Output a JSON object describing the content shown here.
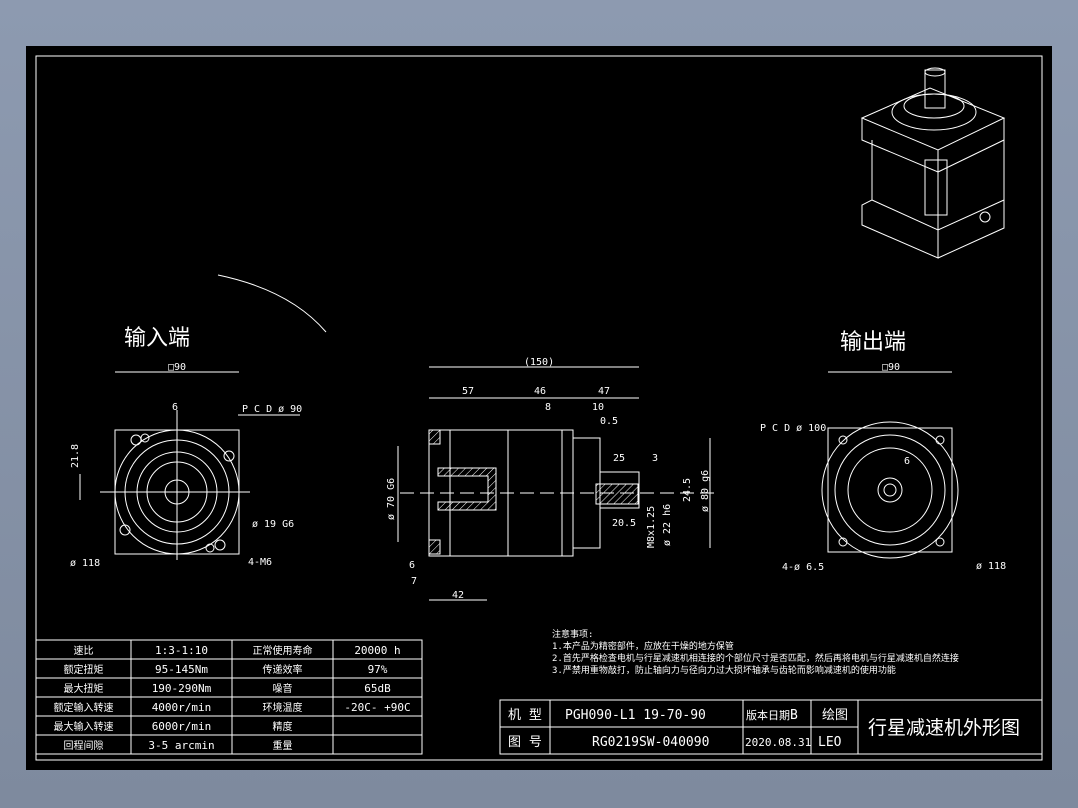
{
  "views": {
    "input_title": "输入端",
    "output_title": "输出端",
    "input_dims": {
      "square": "□90",
      "key": "6",
      "pcd": "P C D ø 90",
      "height": "21.8",
      "bore": "ø 19 G6",
      "flange": "ø 118",
      "holes": "4-M6"
    },
    "side_dims": {
      "total": "(150)",
      "d1": "57",
      "d2": "46",
      "d3": "47",
      "d4": "8",
      "d5": "10",
      "d6": "0.5",
      "d7": "25",
      "d8": "3",
      "pilot": "ø 70 G6",
      "key_h": "24.5",
      "spigot": "ø 80 g6",
      "key_l": "20.5",
      "thread": "M8x1.25",
      "shaft": "ø 22 h6",
      "d9": "6",
      "d10": "7",
      "d11": "42"
    },
    "output_dims": {
      "square": "□90",
      "pcd": "P C D ø 100",
      "key": "6",
      "holes": "4-ø 6.5",
      "flange": "ø 118"
    }
  },
  "spec_table": {
    "rows": [
      [
        "速比",
        "1:3-1:10",
        "正常使用寿命",
        "20000 h"
      ],
      [
        "额定扭矩",
        "95-145Nm",
        "传递效率",
        "97%"
      ],
      [
        "最大扭矩",
        "190-290Nm",
        "噪音",
        "65dB"
      ],
      [
        "额定输入转速",
        "4000r/min",
        "环境温度",
        "-20C- +90C"
      ],
      [
        "最大输入转速",
        "6000r/min",
        "精度",
        ""
      ],
      [
        "回程间隙",
        "3-5 arcmin",
        "重量",
        ""
      ]
    ]
  },
  "notes": {
    "title": "注意事项:",
    "items": [
      "1.本产品为精密部件，应放在干燥的地方保管",
      "2.首先严格检查电机与行星减速机相连接的个部位尺寸是否匹配，然后再将电机与行星减速机自然连接",
      "3.严禁用重物敲打，防止轴向力与径向力过大损坏轴承与齿轮而影响减速机的使用功能"
    ]
  },
  "title_block": {
    "model_label": "机 型",
    "model_value": "PGH090-L1 19-70-90",
    "version_label": "版本日期",
    "version_value": "B",
    "drawn_label": "绘图",
    "drawing_no_label": "图 号",
    "drawing_no_value": "RG0219SW-040090",
    "date": "2020.08.31",
    "drawn_by": "LEO",
    "title": "行星减速机外形图"
  }
}
